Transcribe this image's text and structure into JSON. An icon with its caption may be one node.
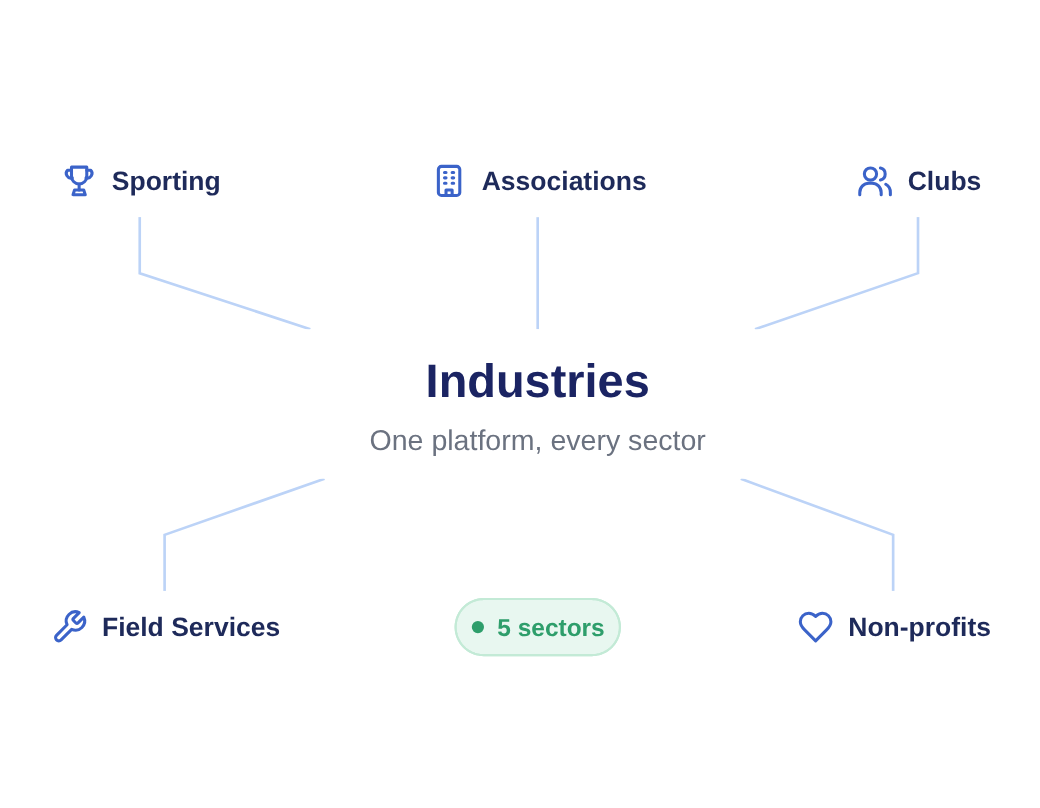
{
  "diagram": {
    "nodes": [
      {
        "text": [
          "Sporting"
        ]
      },
      {
        "text": [
          "Associations"
        ]
      },
      {
        "text": [
          "Clubs"
        ]
      },
      {
        "text": [
          "Industries",
          "One platform, every sector"
        ]
      },
      {
        "text": [
          "5 sectors"
        ]
      },
      {
        "text": [
          "Field Services"
        ]
      },
      {
        "text": [
          "Non-profits"
        ]
      }
    ],
    "edges": [
      {
        "from": 0,
        "to": 3,
        "arrow": "none"
      },
      {
        "from": 1,
        "to": 3,
        "arrow": "none"
      },
      {
        "from": 2,
        "to": 3,
        "arrow": "none"
      },
      {
        "from": 3,
        "to": 5,
        "arrow": "none"
      },
      {
        "from": 3,
        "to": 6,
        "arrow": "none"
      }
    ]
  }
}
